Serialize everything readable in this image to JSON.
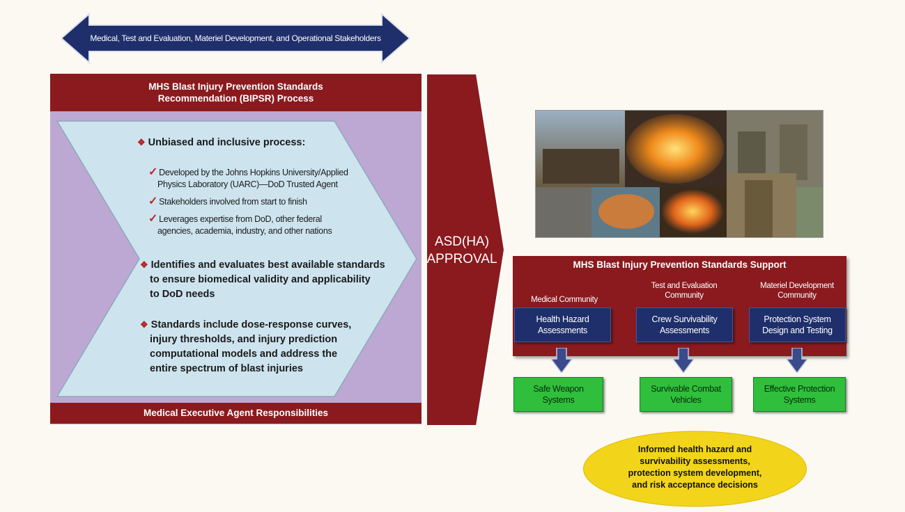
{
  "stakeholders_arrow": {
    "label": "Medical, Test and Evaluation, Materiel Development, and Operational Stakeholders"
  },
  "bipsr": {
    "header_line1": "MHS Blast Injury Prevention Standards",
    "header_line2": "Recommendation (BIPSR) Process",
    "footer": "Medical Executive Agent Responsibilities",
    "bullets": [
      {
        "text": "Unbiased and inclusive process:",
        "subitems": [
          [
            "Developed by the Johns Hopkins University/Applied",
            "Physics Laboratory (UARC)—DoD Trusted Agent"
          ],
          [
            "Stakeholders involved from start to finish"
          ],
          [
            "Leverages expertise from DoD, other federal",
            "agencies, academia, industry, and other nations"
          ]
        ]
      },
      {
        "lines": [
          "Identifies and evaluates best available standards",
          "to ensure biomedical validity and applicability",
          "to DoD needs"
        ]
      },
      {
        "lines": [
          "Standards include dose-response curves,",
          "injury thresholds, and injury prediction",
          "computational models and address the",
          "entire spectrum of blast injuries"
        ]
      }
    ]
  },
  "approval": {
    "line1": "ASD(HA)",
    "line2": "APPROVAL"
  },
  "support": {
    "title": "MHS Blast Injury Prevention Standards Support",
    "communities": [
      {
        "label": [
          "Medical Community"
        ],
        "activity": [
          "Health Hazard",
          "Assessments"
        ],
        "outcome": [
          "Safe Weapon",
          "Systems"
        ]
      },
      {
        "label": [
          "Test and Evaluation",
          "Community"
        ],
        "activity": [
          "Crew Survivability",
          "Assessments"
        ],
        "outcome": [
          "Survivable Combat",
          "Vehicles"
        ]
      },
      {
        "label": [
          "Materiel Development",
          "Community"
        ],
        "activity": [
          "Protection System",
          "Design and Testing"
        ],
        "outcome": [
          "Effective Protection",
          "Systems"
        ]
      }
    ]
  },
  "result": {
    "lines": [
      "Informed health hazard and",
      "survivability assessments,",
      "protection system development,",
      "and risk acceptance decisions"
    ]
  },
  "colors": {
    "maroon": "#8a1a1e",
    "navy_arrow": "#1e2f6b",
    "lavender": "#bda8d3",
    "light_blue": "#cde4ef",
    "green": "#2fbf3c",
    "yellow": "#f2d51b"
  }
}
